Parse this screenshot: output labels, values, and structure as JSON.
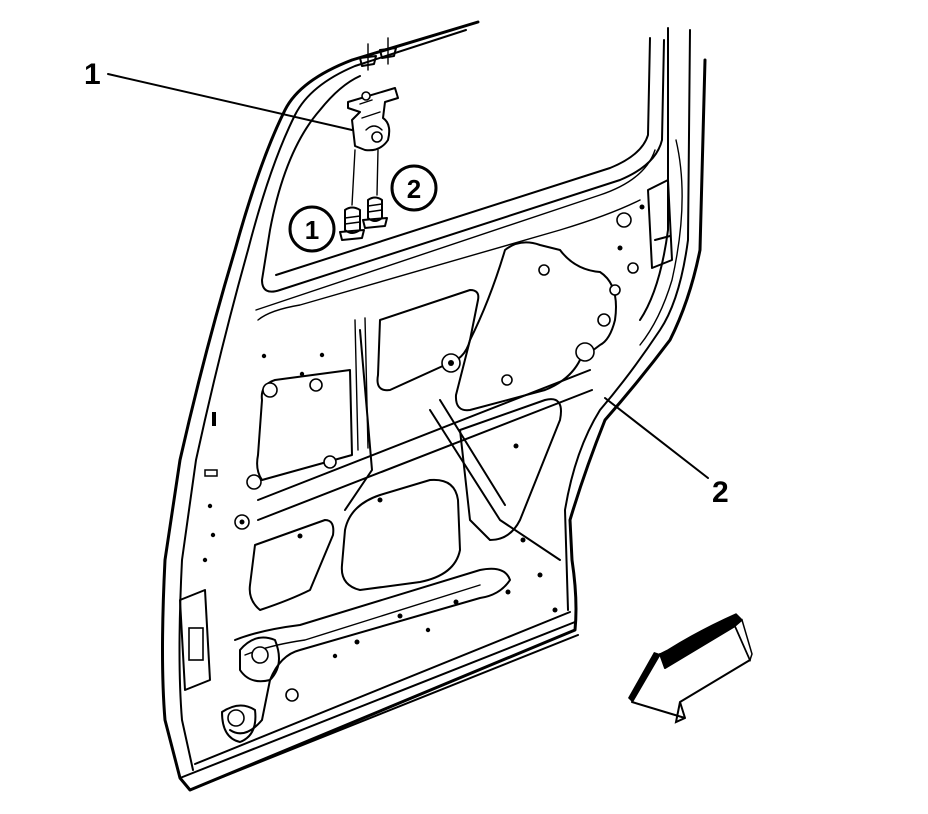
{
  "diagram": {
    "callouts": [
      {
        "id": "1",
        "label": "1"
      },
      {
        "id": "2",
        "label": "2"
      }
    ],
    "step_markers": [
      {
        "id": "1",
        "label": "1"
      },
      {
        "id": "2",
        "label": "2"
      }
    ],
    "parts": {
      "door_panel": "rear-door-inner-panel",
      "hinge_bracket": "check-link-bracket",
      "bolts": "mounting-bolts"
    },
    "icons": {
      "view_arrow": "front-direction-arrow-icon"
    },
    "colors": {
      "line": "#000000",
      "background": "#ffffff"
    }
  }
}
